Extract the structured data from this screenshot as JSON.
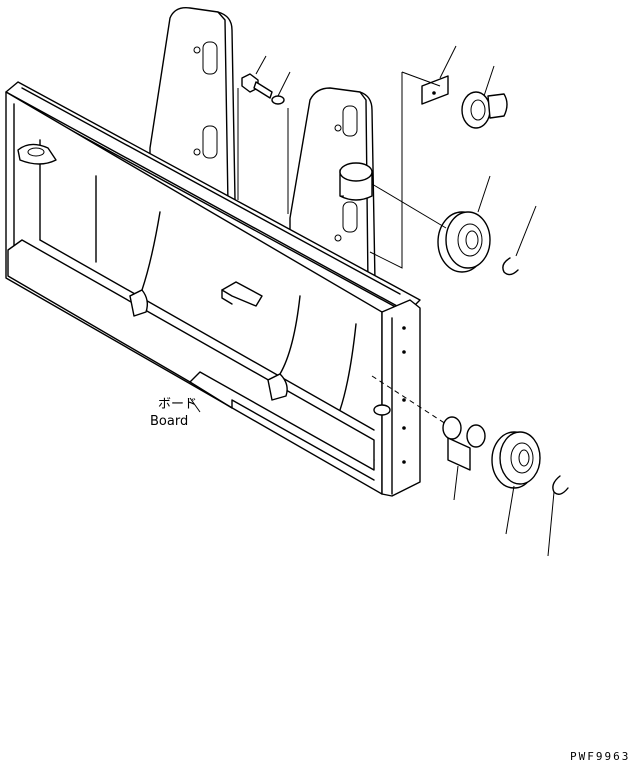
{
  "callout": {
    "japanese": "ボード",
    "english": "Board"
  },
  "figure_code": "PWF9963"
}
